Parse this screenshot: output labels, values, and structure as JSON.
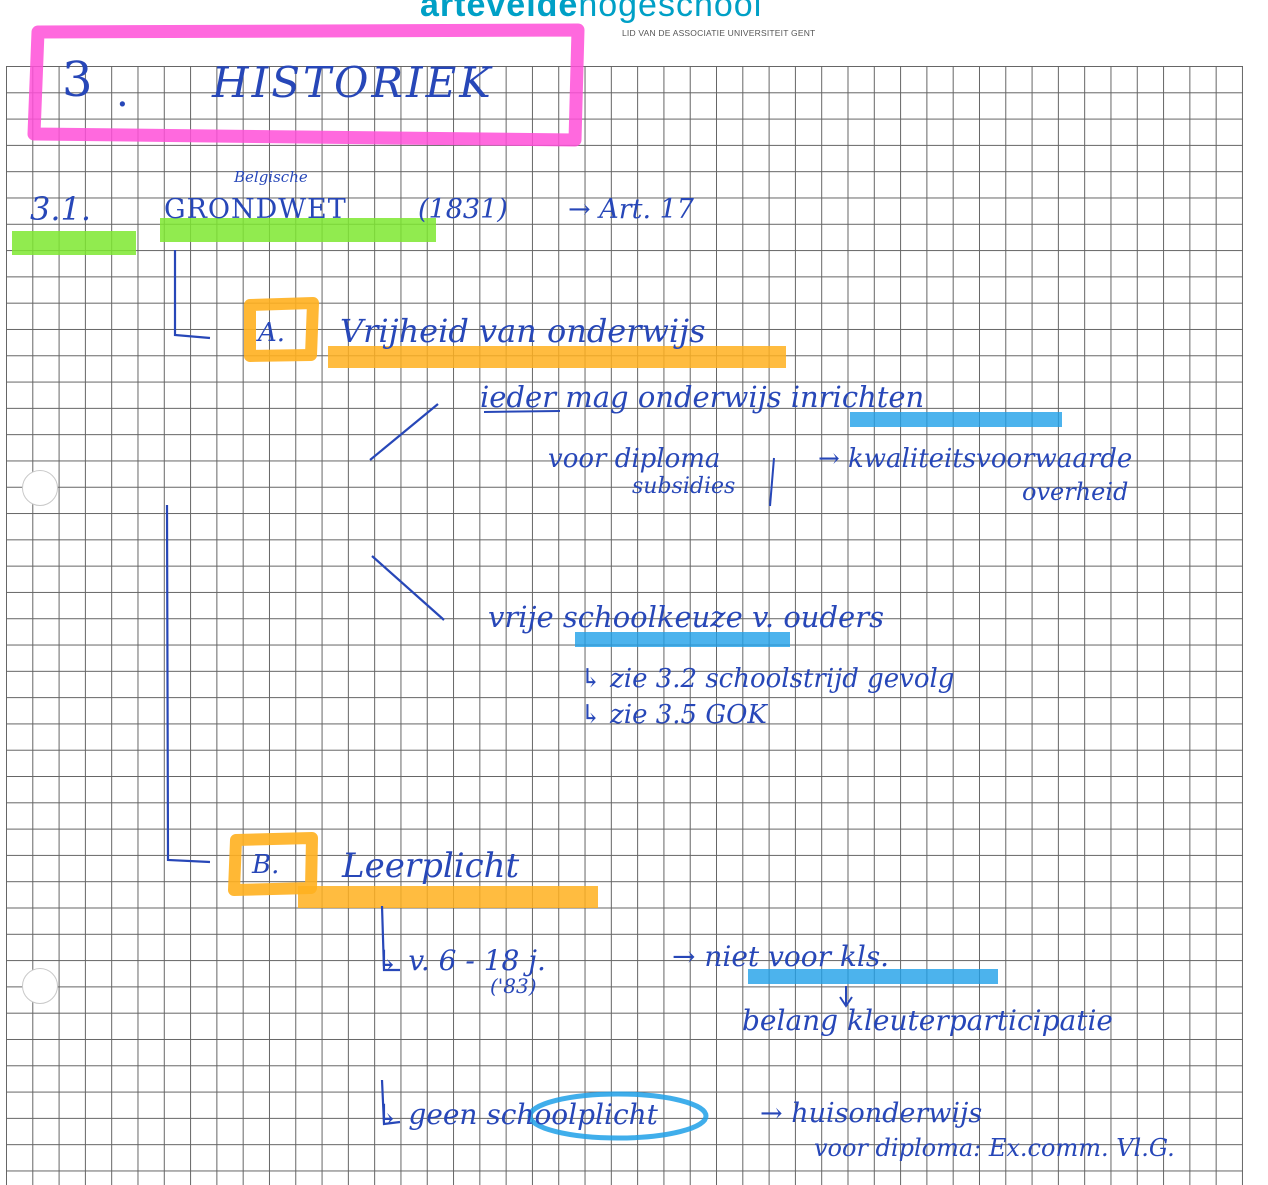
{
  "header": {
    "brand_bold": "artevelde",
    "brand_light": "hogeschool",
    "tagline": "LID VAN DE ASSOCIATIE UNIVERSITEIT GENT"
  },
  "notes": {
    "chapter_number": "3",
    "chapter_dot": ".",
    "chapter_title": "HISTORIEK",
    "section_number": "3.1.",
    "section_title": "GRONDWET",
    "section_title_note": "Belgische",
    "section_year": "(1831)",
    "section_ref": "→ Art. 17",
    "a_label": "A.",
    "a_title": "Vrijheid van onderwijs",
    "a1_text": "ieder mag onderwijs inrichten",
    "a1_sub_left_1": "voor diploma",
    "a1_sub_left_2": "subsidies",
    "a1_sub_right_1": "→ kwaliteitsvoorwaarde",
    "a1_sub_right_2": "overheid",
    "a2_text": "vrije schoolkeuze v. ouders",
    "a2_ref1": "↳ zie 3.2 schoolstrijd gevolg",
    "a2_ref2": "↳ zie 3.5 GOK",
    "b_label": "B.",
    "b_title": "Leerplicht",
    "b1_text": "↳ v. 6 - 18 j.",
    "b1_year": "('83)",
    "b1_note": "→ niet voor kls.",
    "b1_note_sub": "belang kleuterparticipatie",
    "b2_text": "↳ geen schoolplicht",
    "b2_note": "→ huisonderwijs",
    "b2_note_sub": "voor diploma: Ex.comm. Vl.G."
  },
  "colors": {
    "ink": "#2747b8",
    "highlight_pink": "#ff4fd8",
    "highlight_green": "#7ee830",
    "highlight_orange": "#ffb01f",
    "highlight_blue": "#1fa0e8",
    "grid": "#4a4a4a",
    "brand": "#00a0c6"
  }
}
